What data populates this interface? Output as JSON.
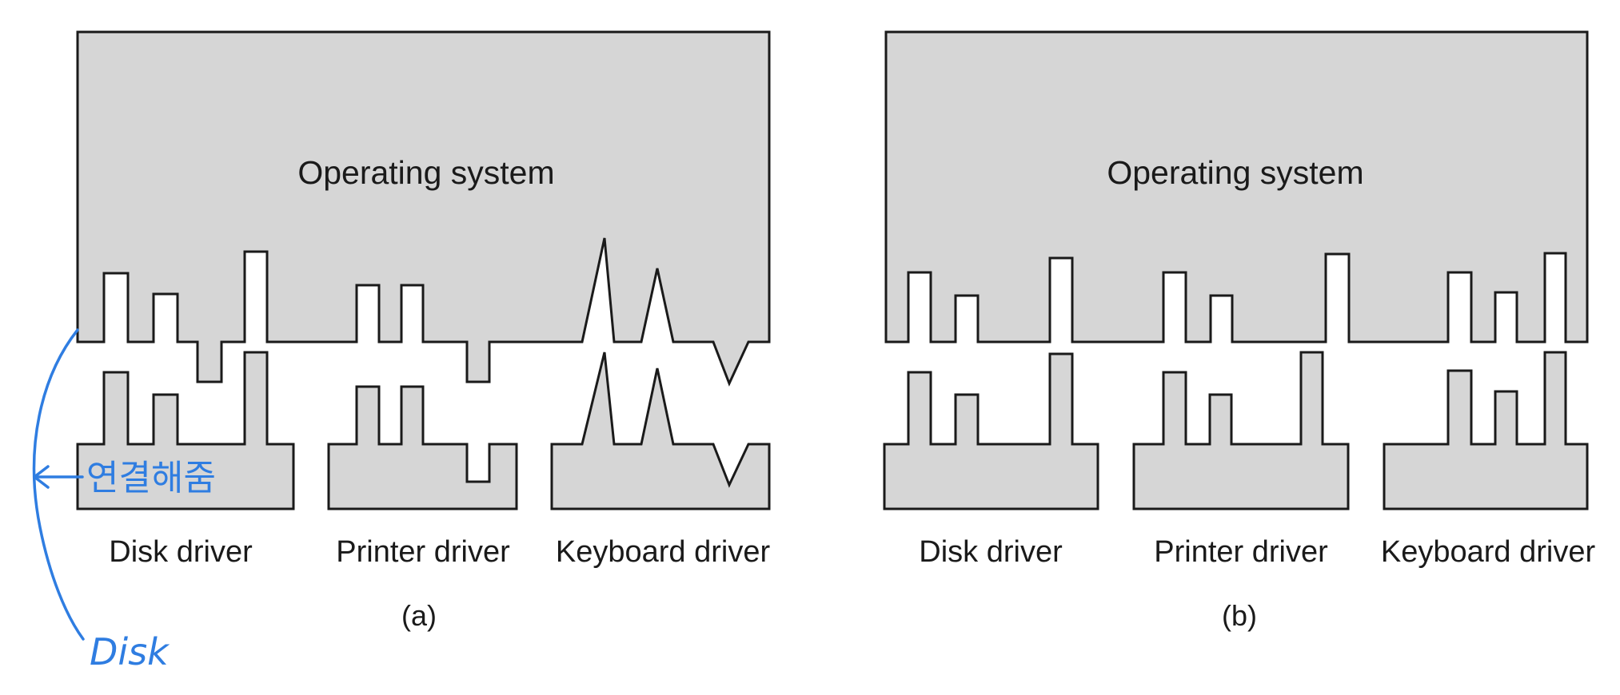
{
  "panels": [
    {
      "id": "a",
      "os_label": "Operating system",
      "drivers": [
        "Disk driver",
        "Printer driver",
        "Keyboard driver"
      ],
      "caption": "(a)"
    },
    {
      "id": "b",
      "os_label": "Operating system",
      "drivers": [
        "Disk driver",
        "Printer driver",
        "Keyboard driver"
      ],
      "caption": "(b)"
    }
  ],
  "annotations": {
    "korean_note": "연결해줌",
    "disk_note": "Disk",
    "ink_color": "#2f7de1"
  }
}
